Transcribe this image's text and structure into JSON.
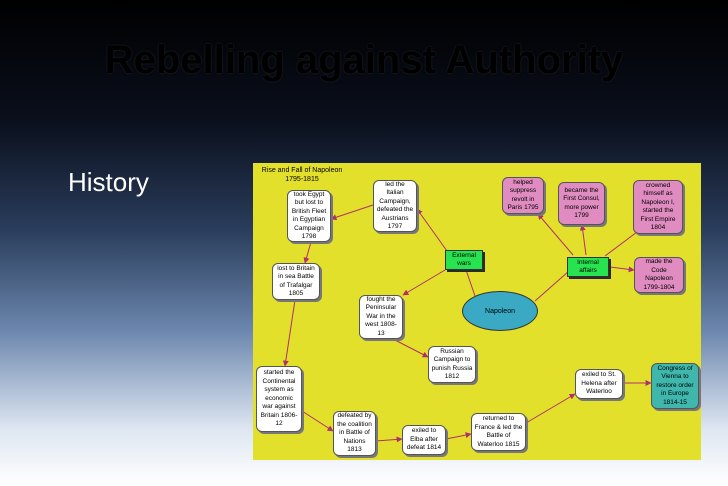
{
  "slide": {
    "title": "Rebelling against Authority",
    "section_label": "History"
  },
  "concept_map": {
    "title_line1": "Rise and Fall of Napoleon",
    "title_line2": "1795-1815",
    "nodes": {
      "took_egypt": "took Egypt but lost to British Fleet in Egyptian Campaign 1798",
      "led_italian": "led the Italian Campaign, defeated the Austrians 1797",
      "helped_suppress": "helped suppress revolt in Paris 1795",
      "first_consul": "became the First Consul, more power 1799",
      "crowned": "crowned himself as Napoleon I, started the First Empire 1804",
      "lost_trafalgar": "lost to Britain in sea Battle of Trafalgar 1805",
      "external_wars": "External wars",
      "internal_affairs": "Internal affairs",
      "code_napoleon": "made the Code Napoleon 1799-1804",
      "peninsular": "fought the Peninsular War in the west 1808-13",
      "napoleon": "Napoleon",
      "russian": "Russian Campaign to punish Russia 1812",
      "continental": "started the Continental system as economic war against Britain 1806-12",
      "st_helena": "exiled to St. Helena after Waterloo",
      "congress_vienna": "Congress of Vienna to restore order in Europe 1814-15",
      "defeated_coalition": "defeated by the coalition in Battle of Nations 1813",
      "elba": "exiled to Elba after defeat 1814",
      "returned_france": "returned to France & led the Battle of Waterloo 1815"
    },
    "colors": {
      "background": "#e3e02c",
      "link": "#b0306a",
      "white_node": "#ffffff",
      "pink_node": "#e08cc0",
      "teal_node": "#3fb7ad",
      "green_node": "#27e34f",
      "center_node": "#3aa9c4"
    }
  }
}
